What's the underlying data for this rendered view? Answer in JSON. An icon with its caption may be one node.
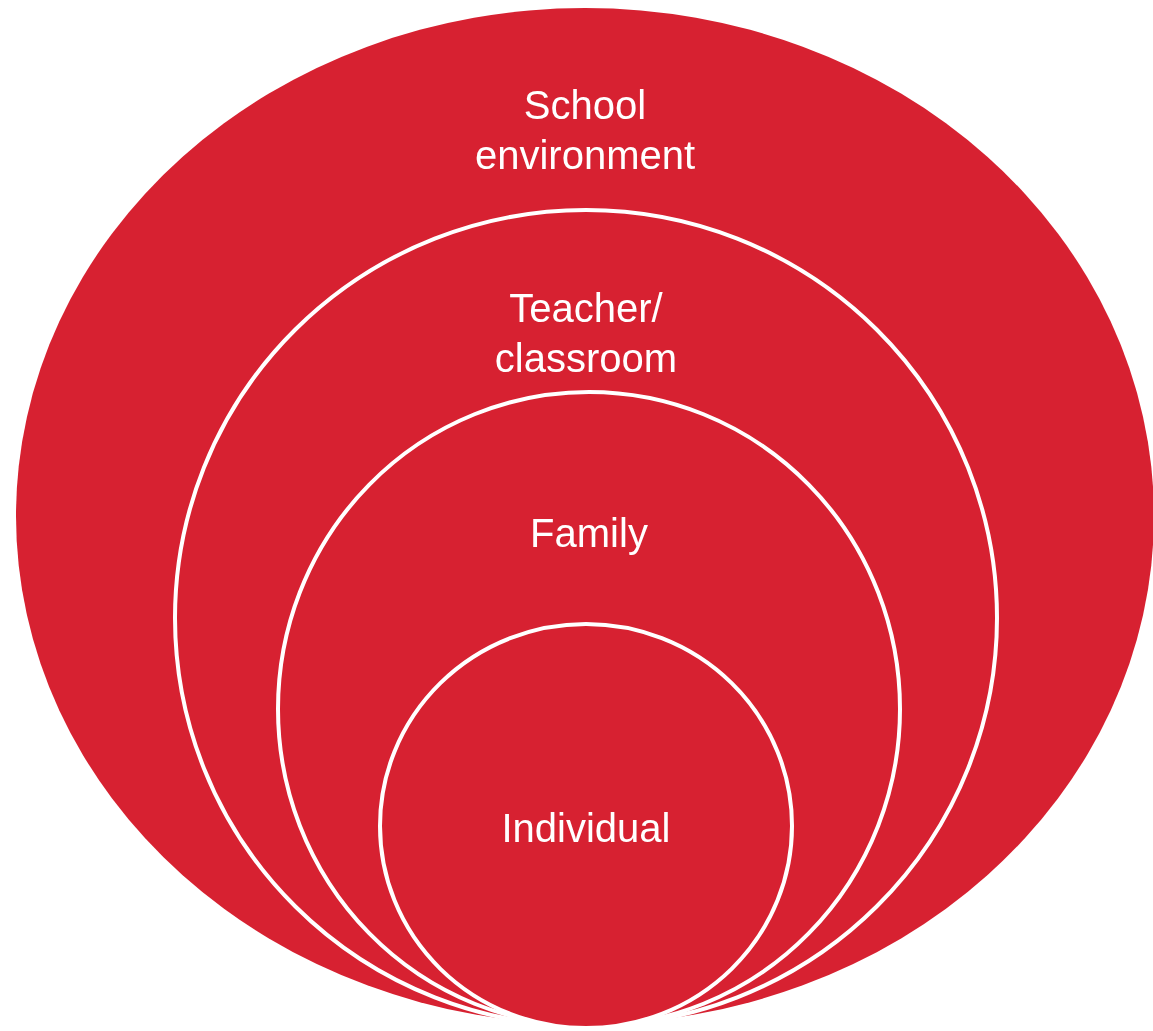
{
  "diagram": {
    "nodes": [
      {
        "text": [
          "School environment"
        ]
      },
      {
        "text": [
          "Teacher/ classroom"
        ],
        "in": 0
      },
      {
        "text": [
          "Family"
        ],
        "in": 1
      },
      {
        "text": [
          "Individual"
        ],
        "in": 2
      }
    ]
  }
}
